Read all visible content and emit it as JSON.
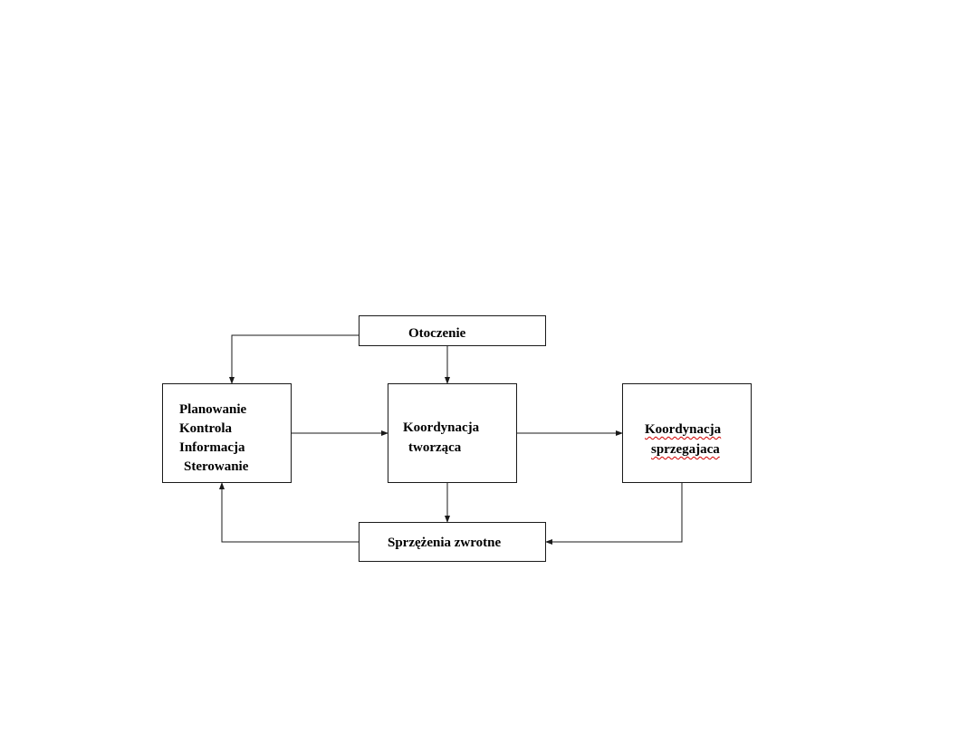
{
  "diagram": {
    "nodes": {
      "otoczenie": {
        "label": "Otoczenie"
      },
      "left_box": {
        "lines": [
          "Planowanie",
          "Kontrola",
          "Informacja",
          "Sterowanie"
        ]
      },
      "center_box": {
        "lines": [
          "Koordynacja",
          "tworząca"
        ]
      },
      "right_box": {
        "lines": [
          "Koordynacja",
          "sprzegajaca"
        ]
      },
      "feedback": {
        "label": "Sprzężenia zwrotne"
      }
    },
    "edges": [
      {
        "from": "otoczenie",
        "to": "left_box"
      },
      {
        "from": "otoczenie",
        "to": "center_box"
      },
      {
        "from": "left_box",
        "to": "center_box"
      },
      {
        "from": "center_box",
        "to": "right_box"
      },
      {
        "from": "center_box",
        "to": "feedback"
      },
      {
        "from": "right_box",
        "to": "feedback"
      },
      {
        "from": "feedback",
        "to": "left_box"
      }
    ],
    "colors": {
      "stroke": "#1a1a1a",
      "text": "#000000",
      "spellcheck_underline": "#d00000"
    }
  }
}
